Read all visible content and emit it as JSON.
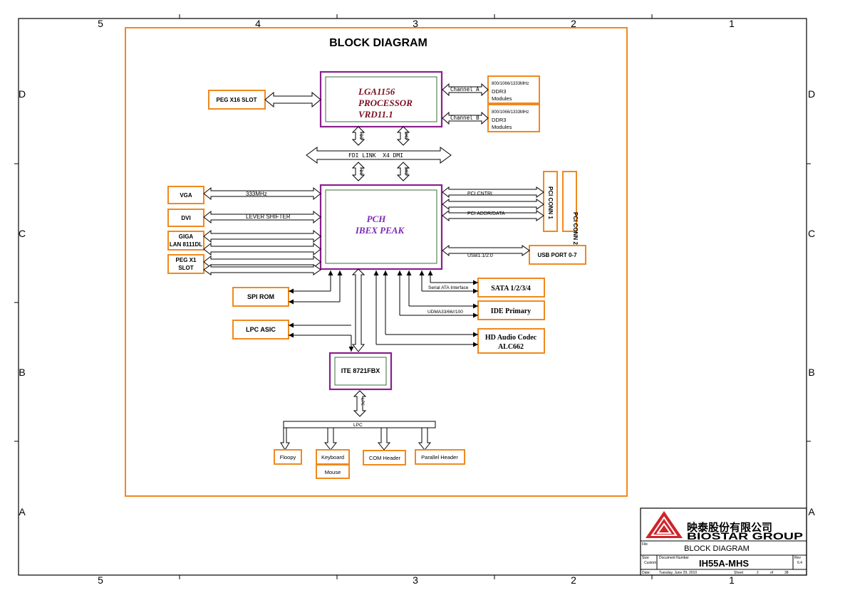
{
  "frame": {
    "col_labels": [
      "5",
      "4",
      "3",
      "2",
      "1"
    ],
    "row_labels": [
      "D",
      "C",
      "B",
      "A"
    ]
  },
  "title": "BLOCK DIAGRAM",
  "blocks": {
    "cpu": [
      "LGA1156",
      "PROCESSOR",
      "VRD11.1"
    ],
    "pch": [
      "PCH",
      "IBEX PEAK"
    ],
    "ite": "ITE 8721FBX",
    "peg_x16": "PEG X16 SLOT",
    "ddr3_a": [
      "800/1066/1333MHz",
      "DDR3",
      "Modules"
    ],
    "ddr3_b": [
      "800/1066/1333MHz",
      "DDR3",
      "Modules"
    ],
    "vga": "VGA",
    "dvi": "DVI",
    "giga_lan": [
      "GIGA",
      "LAN 8111DL"
    ],
    "peg_x1": [
      "PEG X1",
      "SLOT"
    ],
    "pci_conn1": "PCI CONN 1",
    "pci_conn2": "PCI CONN 2",
    "usb_port": "USB PORT 0-7",
    "spi_rom": "SPI ROM",
    "lpc_asic": "LPC ASIC",
    "sata": "SATA 1/2/3/4",
    "ide": "IDE Primary",
    "hd_audio": [
      "HD Audio Codec",
      "ALC662"
    ],
    "floppy": "Floopy",
    "keyboard": "Keyboard",
    "mouse": "Mouse",
    "com": "COM Header",
    "parallel": "Parallel Header"
  },
  "links": {
    "channel_a": "Channel A",
    "channel_b": "Channel B",
    "fdi_short": "FDI",
    "dmi_short": "DMI",
    "bus": "FDI LINK  X4 DMI",
    "vga_freq": "333MHz",
    "level_shifter": "LEVER SHIFTER",
    "pci_cntrl": "PCI CNTRL",
    "pci_addr": "PCI ADDR/DATA",
    "usb": "USB1.1/2.0",
    "sata_if": "Serial ATA Interface",
    "udma": "UDMA33/66//100",
    "lpc_v": "LPC",
    "lpc_h": "LPC"
  },
  "title_block": {
    "company_cn": "映泰股份有限公司",
    "company_en": "BIOSTAR GROUP",
    "file_label": "File",
    "file_value": "BLOCK DIAGRAM",
    "size_label": "Size",
    "size_value": "Custom",
    "docnum_label": "Document Number",
    "doc_value": "IH55A-MHS",
    "rev_label": "Rev",
    "rev_value": "6.4",
    "date_label": "Date:",
    "date_value": "Tuesday, June 29, 2010",
    "sheet_label": "Sheet",
    "sheet_value": "2",
    "of_label": "of",
    "total_sheets": "38"
  },
  "colors": {
    "orange": "#f0891e",
    "purple": "#8b1f8c",
    "maroon": "#7a1020",
    "pch_text": "#7b2ab5",
    "ite_text": "#1f2fa8",
    "logo_red": "#d0232a"
  }
}
